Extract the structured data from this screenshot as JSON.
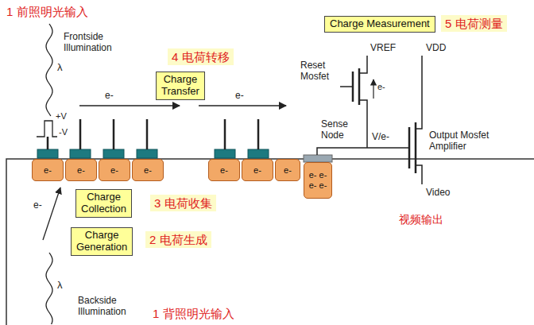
{
  "diagram": {
    "nodes": [
      {
        "text": [
          "Charge Measurement"
        ]
      },
      {
        "text": [
          "5 电荷测量"
        ]
      },
      {
        "text": [
          "4 电荷转移"
        ]
      },
      {
        "text": [
          "Charge Transfer"
        ]
      },
      {
        "text": [
          "e-"
        ]
      },
      {
        "text": [
          "e-"
        ]
      },
      {
        "text": [
          "e-"
        ]
      },
      {
        "text": [
          "e-"
        ]
      },
      {
        "text": [
          "e-"
        ]
      },
      {
        "text": [
          "e-"
        ]
      },
      {
        "text": [
          "e-"
        ]
      },
      {
        "text": [
          "e- e- e- e-"
        ]
      },
      {
        "text": [
          "Charge Collection"
        ]
      },
      {
        "text": [
          "3 电荷收集"
        ]
      },
      {
        "text": [
          "Charge Generation"
        ]
      },
      {
        "text": [
          "2 电荷生成"
        ]
      }
    ],
    "labels": [
      "1 前照明光输入",
      "Frontside Illumination",
      "λ",
      "+V",
      "-V",
      "e-",
      "e-",
      "Reset Mosfet",
      "VREF",
      "VDD",
      "e-",
      "Sense Node",
      "V/e-",
      "Output Mosfet Amplifier",
      "Video",
      "视频输出",
      "e-",
      "λ",
      "Backside Illumination",
      "1 背照明光输入"
    ]
  }
}
